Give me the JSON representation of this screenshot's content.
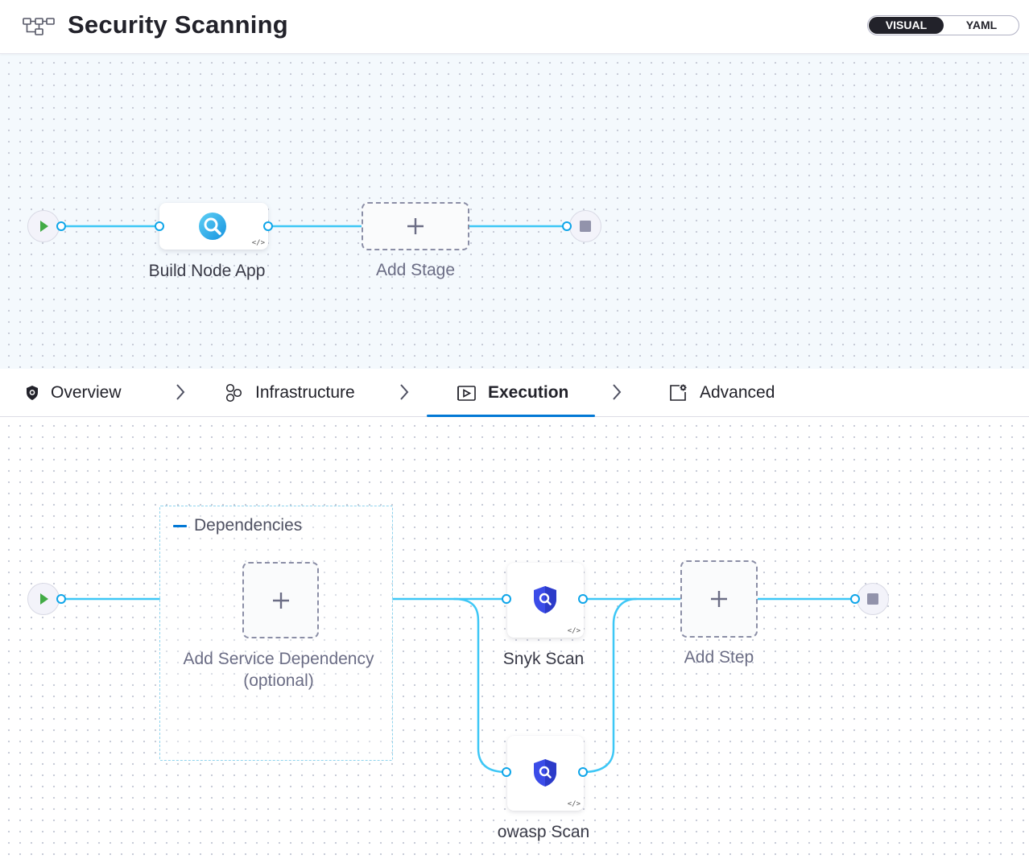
{
  "header": {
    "title": "Security Scanning T",
    "view_toggle": {
      "visual": "VISUAL",
      "yaml": "YAML",
      "selected": "VISUAL"
    }
  },
  "pipeline": {
    "stages": [
      {
        "label": "Build Node App",
        "icon": "ci-stage-icon"
      }
    ],
    "add_stage_label": "Add Stage"
  },
  "tabs": [
    {
      "label": "Overview",
      "icon": "shield-icon"
    },
    {
      "label": "Infrastructure",
      "icon": "infrastructure-icon"
    },
    {
      "label": "Execution",
      "icon": "execution-icon",
      "active": true
    },
    {
      "label": "Advanced",
      "icon": "advanced-settings-icon"
    }
  ],
  "execution": {
    "dependencies_title": "Dependencies",
    "add_dependency_line1": "Add Service Dependency",
    "add_dependency_line2": "(optional)",
    "steps": [
      {
        "label": "Snyk Scan",
        "icon": "security-scan-icon"
      },
      {
        "label": "owasp Scan",
        "icon": "security-scan-icon"
      }
    ],
    "add_step_label": "Add Step"
  },
  "colors": {
    "accent": "#0278d5",
    "wire": "#3dc7f6",
    "start_green": "#42ab45",
    "stop_gray": "#9293ab",
    "scan_shield": "#3b4ce8"
  }
}
